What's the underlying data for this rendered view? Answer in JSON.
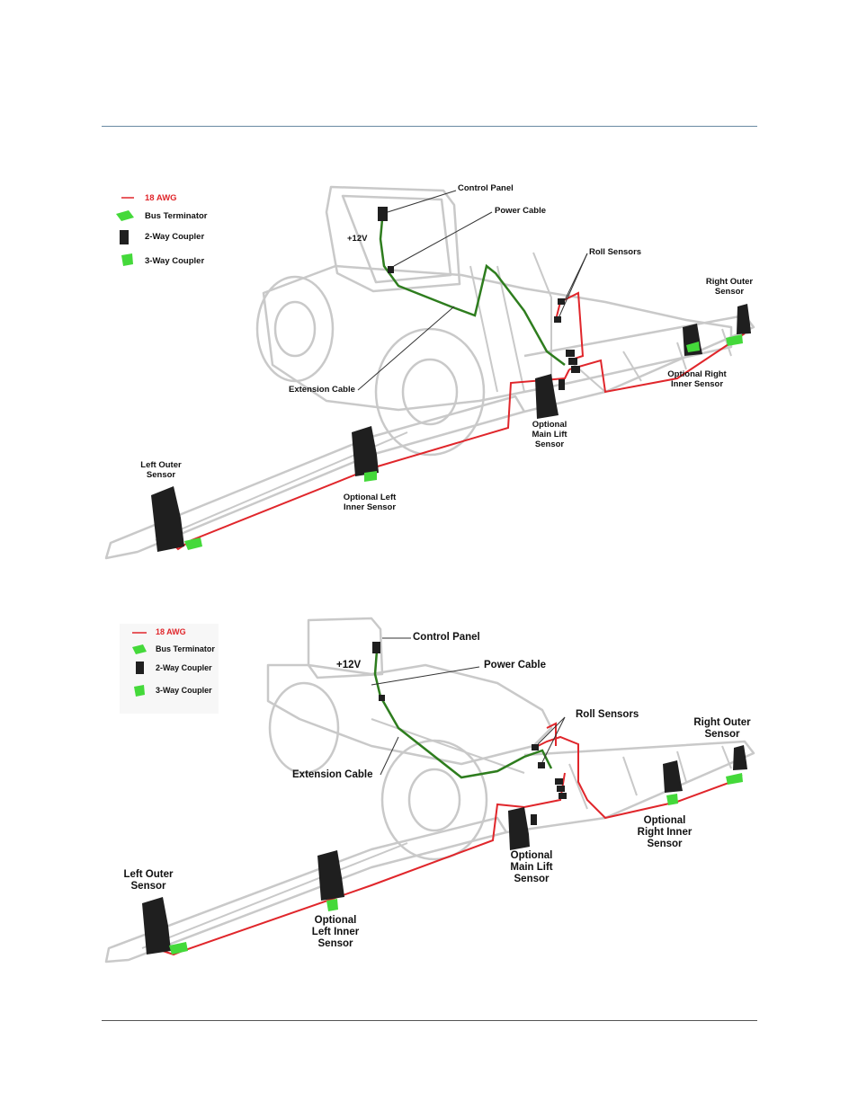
{
  "colors": {
    "wire_18awg": "#e0262b",
    "cable_green": "#2e7d1e",
    "coupler_3way": "#44d93a",
    "bus_terminator": "#44d93a",
    "sensor": "#1f1f1f",
    "outline": "#c8c8c8"
  },
  "icons": [
    "18-awg-wire-icon",
    "bus-terminator-icon",
    "2-way-coupler-icon",
    "3-way-coupler-icon",
    "sensor-icon",
    "control-panel-icon"
  ],
  "diagram_top": {
    "legend": {
      "awg": "18 AWG",
      "bus_terminator": "Bus Terminator",
      "two_way": "2-Way Coupler",
      "three_way": "3-Way Coupler"
    },
    "labels": {
      "control_panel": "Control Panel",
      "power_cable": "Power Cable",
      "plus12v": "+12V",
      "roll_sensors": "Roll Sensors",
      "right_outer_1": "Right Outer",
      "right_outer_2": "Sensor",
      "opt_right_1": "Optional Right",
      "opt_right_2": "Inner Sensor",
      "extension_cable": "Extension Cable",
      "main_lift_1": "Optional",
      "main_lift_2": "Main Lift",
      "main_lift_3": "Sensor",
      "left_outer_1": "Left Outer",
      "left_outer_2": "Sensor",
      "opt_left_1": "Optional Left",
      "opt_left_2": "Inner Sensor"
    }
  },
  "diagram_bottom": {
    "legend": {
      "awg": "18 AWG",
      "bus_terminator": "Bus Terminator",
      "two_way": "2-Way Coupler",
      "three_way": "3-Way Coupler"
    },
    "labels": {
      "control_panel": "Control Panel",
      "plus12v": "+12V",
      "power_cable": "Power Cable",
      "roll_sensors": "Roll Sensors",
      "right_outer_1": "Right Outer",
      "right_outer_2": "Sensor",
      "extension_cable": "Extension Cable",
      "opt_right_1": "Optional",
      "opt_right_2": "Right Inner",
      "opt_right_3": "Sensor",
      "main_lift_1": "Optional",
      "main_lift_2": "Main Lift",
      "main_lift_3": "Sensor",
      "left_outer_1": "Left Outer",
      "left_outer_2": "Sensor",
      "opt_left_1": "Optional",
      "opt_left_2": "Left Inner",
      "opt_left_3": "Sensor"
    }
  }
}
